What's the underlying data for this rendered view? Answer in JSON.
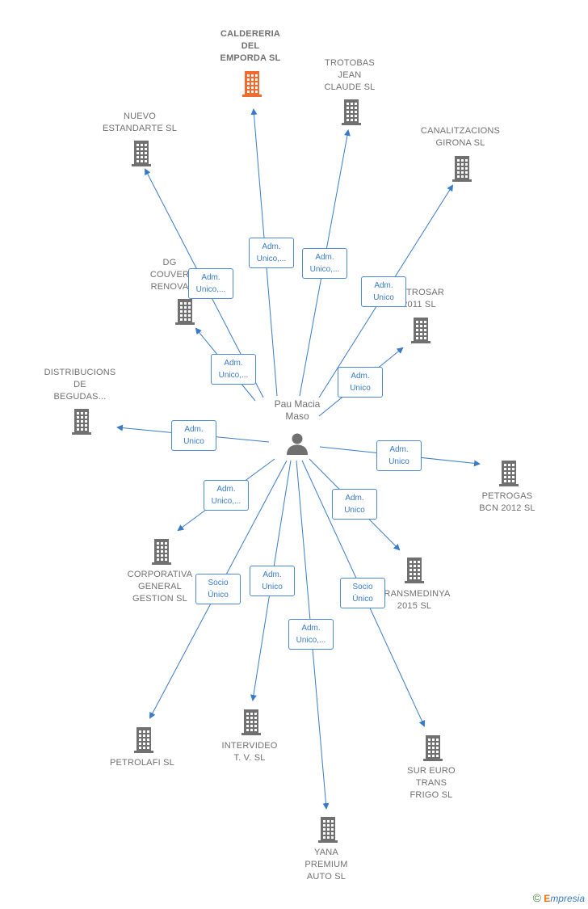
{
  "center": {
    "name": "Pau Macia\nMaso"
  },
  "companies": [
    {
      "id": "caldereria",
      "name": "CALDERERIA\nDEL\nEMPORDA  SL",
      "highlight": true
    },
    {
      "id": "trotobas",
      "name": "TROTOBAS\nJEAN\nCLAUDE  SL"
    },
    {
      "id": "nuevo",
      "name": "NUEVO\nESTANDARTE SL"
    },
    {
      "id": "canalitzacions",
      "name": "CANALITZACIONS\nGIRONA SL"
    },
    {
      "id": "dg",
      "name": "DG\nCOUVER\nRENOVA"
    },
    {
      "id": "petrosar",
      "name": "PETROSAR\n2011 SL"
    },
    {
      "id": "distribucions",
      "name": "DISTRIBUCIONS\nDE\nBEGUDAS..."
    },
    {
      "id": "petrogas",
      "name": "PETROGAS\nBCN 2012 SL"
    },
    {
      "id": "corporativa",
      "name": "CORPORATIVA\nGENERAL\nGESTION SL"
    },
    {
      "id": "transmedinya",
      "name": "TRANSMEDINYA\n2015  SL"
    },
    {
      "id": "petrolafi",
      "name": "PETROLAFI  SL"
    },
    {
      "id": "intervideo",
      "name": "INTERVIDEO\nT. V.  SL"
    },
    {
      "id": "sureuro",
      "name": "SUR EURO\nTRANS\nFRIGO  SL"
    },
    {
      "id": "yana",
      "name": "YANA\nPREMIUM\nAUTO  SL"
    }
  ],
  "edges": [
    {
      "to": "caldereria",
      "label": "Adm.\nUnico,..."
    },
    {
      "to": "trotobas",
      "label": "Adm.\nUnico,..."
    },
    {
      "to": "nuevo",
      "label": "Adm.\nUnico,..."
    },
    {
      "to": "canalitzacions",
      "label": "Adm.\nUnico"
    },
    {
      "to": "dg",
      "label": "Adm.\nUnico,..."
    },
    {
      "to": "petrosar",
      "label": "Adm.\nUnico"
    },
    {
      "to": "distribucions",
      "label": "Adm.\nUnico"
    },
    {
      "to": "petrogas",
      "label": "Adm.\nUnico"
    },
    {
      "to": "corporativa",
      "label": "Adm.\nUnico,..."
    },
    {
      "to": "transmedinya",
      "label": "Adm.\nUnico"
    },
    {
      "to": "petrolafi",
      "label": "Socio\nÚnico"
    },
    {
      "to": "intervideo",
      "label": "Adm.\nUnico"
    },
    {
      "to": "sureuro",
      "label": "Socio\nÚnico"
    },
    {
      "to": "yana",
      "label": "Adm.\nUnico,..."
    }
  ],
  "colors": {
    "edge": "#3a7bc8",
    "building": "#707070",
    "highlight": "#f26a2e"
  },
  "footer": {
    "copyright": "©",
    "brand_initial": "E",
    "brand_rest": "mpresia"
  }
}
